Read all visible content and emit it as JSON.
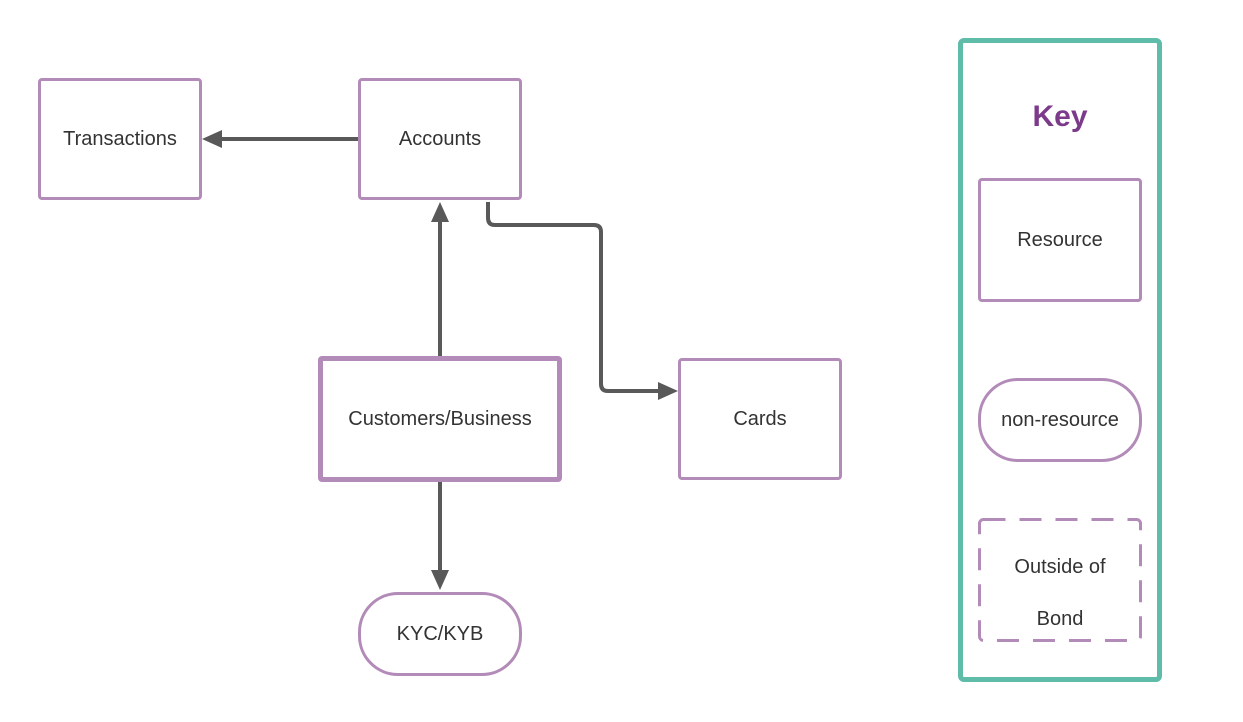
{
  "diagram": {
    "nodes": {
      "transactions": "Transactions",
      "accounts": "Accounts",
      "customers_business": "Customers/Business",
      "cards": "Cards",
      "kyc_kyb": "KYC/KYB"
    }
  },
  "key": {
    "title": "Key",
    "resource": "Resource",
    "non_resource": "non-resource",
    "outside_line1": "Outside of",
    "outside_line2": "Bond"
  },
  "colors": {
    "resource_border": "#b38bb8",
    "key_border": "#5ebca9",
    "key_title": "#7c3a8a",
    "connector": "#595959",
    "text": "#333333"
  }
}
